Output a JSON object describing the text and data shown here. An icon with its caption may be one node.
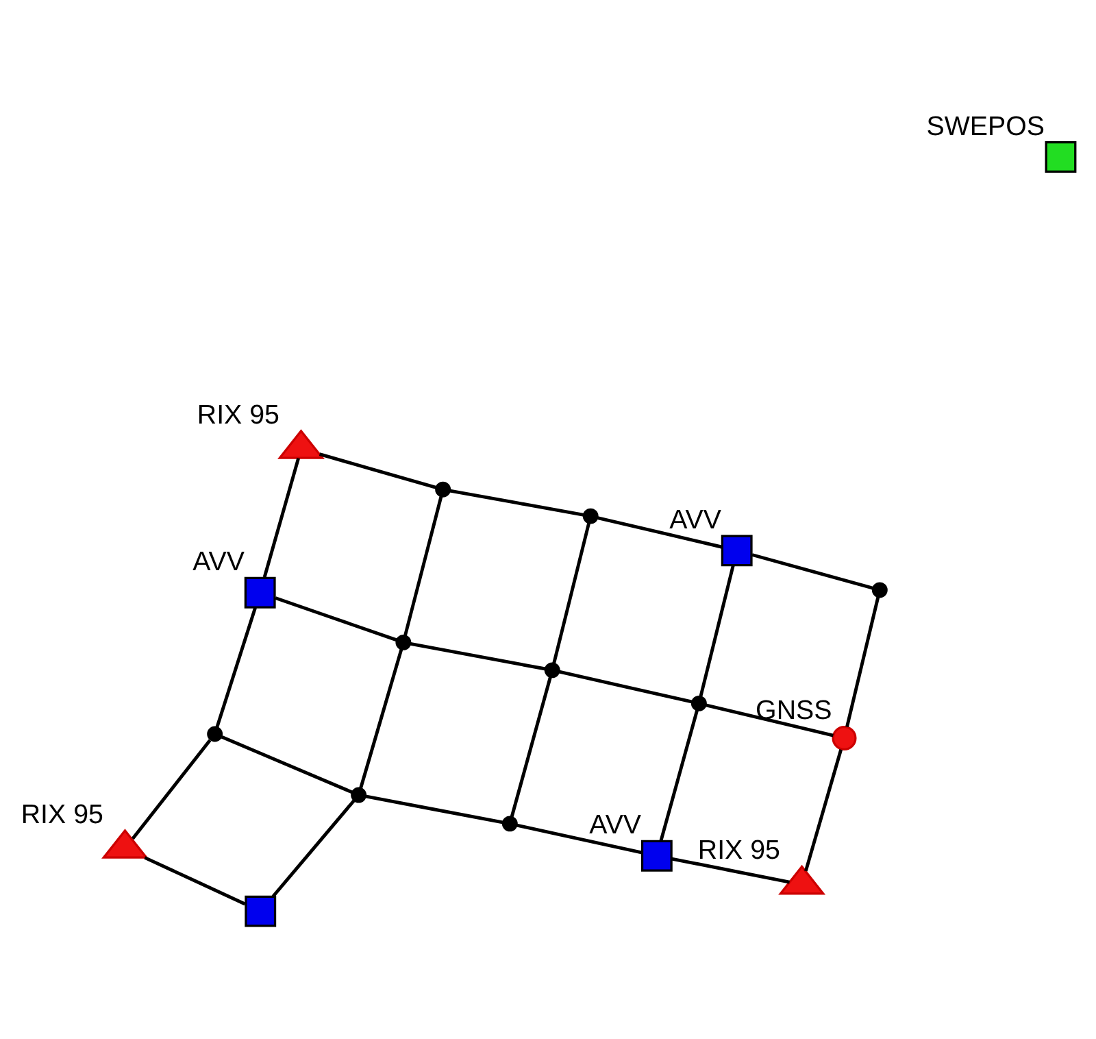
{
  "diagram": {
    "nodes": [
      {
        "text": [
          "SWEPOS"
        ]
      },
      {
        "text": [
          "AVV"
        ]
      },
      {
        "text": [
          "RIX 95"
        ]
      },
      {
        "text": [
          "RIX 95"
        ]
      },
      {
        "text": [],
        "shape": "circle"
      },
      {
        "text": [],
        "shape": "circle"
      },
      {
        "text": [],
        "shape": "circle"
      },
      {
        "text": [],
        "shape": "circle"
      },
      {
        "text": [
          "AVV"
        ]
      },
      {
        "text": [],
        "shape": "box"
      },
      {
        "text": [],
        "shape": "circle"
      },
      {
        "text": [],
        "shape": "circle"
      },
      {
        "text": [],
        "shape": "circle"
      },
      {
        "text": [],
        "shape": "circle"
      },
      {
        "text": [],
        "shape": "circle"
      },
      {
        "text": [
          "GNSS"
        ]
      },
      {
        "text": [
          "AVV"
        ]
      },
      {
        "text": [
          "RIX 95"
        ]
      }
    ],
    "edges": [
      {
        "from": 3,
        "to": 4,
        "arrow": "none"
      },
      {
        "from": 4,
        "to": 1,
        "arrow": "none"
      },
      {
        "from": 1,
        "to": 2,
        "arrow": "none"
      },
      {
        "from": 2,
        "to": 6,
        "arrow": "none"
      },
      {
        "from": 6,
        "to": 7,
        "arrow": "none"
      },
      {
        "from": 7,
        "to": 8,
        "arrow": "none"
      },
      {
        "from": 8,
        "to": 14,
        "arrow": "none"
      },
      {
        "from": 14,
        "to": 15,
        "arrow": "none"
      },
      {
        "from": 15,
        "to": 17,
        "arrow": "none"
      },
      {
        "from": 17,
        "to": 16,
        "arrow": "none"
      },
      {
        "from": 16,
        "to": 12,
        "arrow": "none"
      },
      {
        "from": 12,
        "to": 10,
        "arrow": "none"
      },
      {
        "from": 10,
        "to": 9,
        "arrow": "none"
      },
      {
        "from": 9,
        "to": 3,
        "arrow": "none"
      },
      {
        "from": 4,
        "to": 10,
        "arrow": "none"
      },
      {
        "from": 1,
        "to": 5,
        "arrow": "none"
      },
      {
        "from": 5,
        "to": 6,
        "arrow": "none"
      },
      {
        "from": 5,
        "to": 11,
        "arrow": "none"
      },
      {
        "from": 11,
        "to": 7,
        "arrow": "none"
      },
      {
        "from": 5,
        "to": 10,
        "arrow": "none"
      },
      {
        "from": 11,
        "to": 12,
        "arrow": "none"
      },
      {
        "from": 11,
        "to": 13,
        "arrow": "none"
      },
      {
        "from": 13,
        "to": 15,
        "arrow": "none"
      },
      {
        "from": 13,
        "to": 8,
        "arrow": "none"
      },
      {
        "from": 13,
        "to": 16,
        "arrow": "none"
      }
    ]
  }
}
